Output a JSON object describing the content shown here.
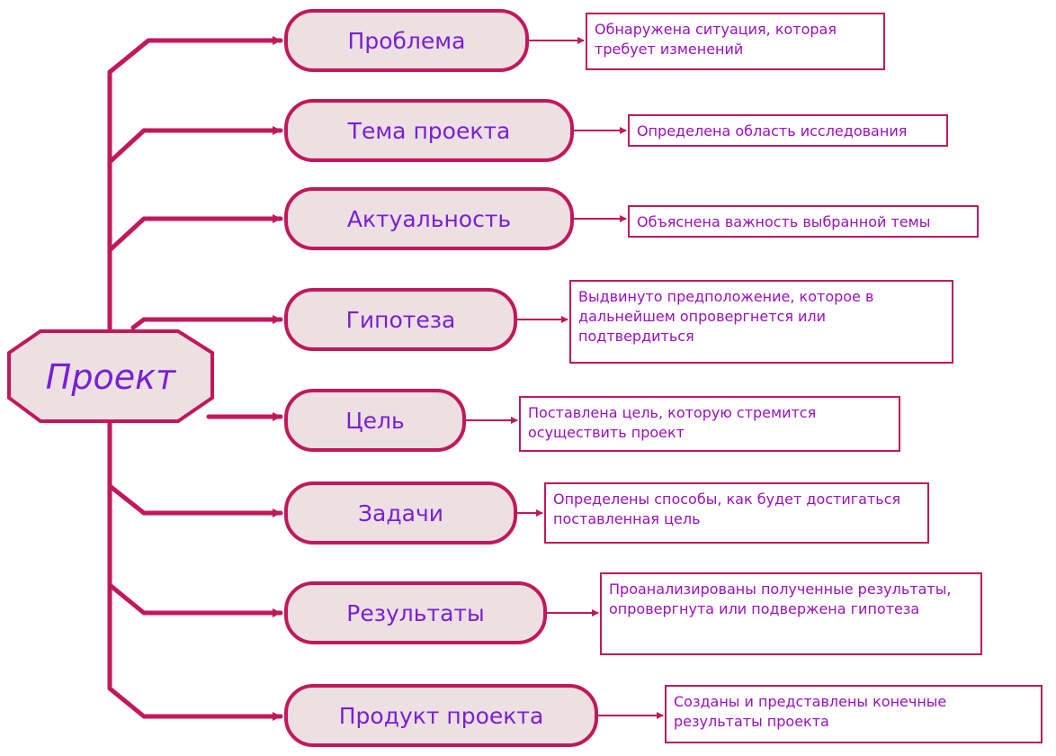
{
  "root": {
    "label": "Проект"
  },
  "colors": {
    "line": "#c2185b",
    "node_fill": "#ede0e3",
    "node_border": "#c2185b",
    "label_text": "#7a1fd6",
    "description_text": "#9c0fbf"
  },
  "stages": [
    {
      "label": "Проблема",
      "description": "Обнаружена ситуация, которая требует изменений"
    },
    {
      "label": "Тема проекта",
      "description": "Определена область исследования"
    },
    {
      "label": "Актуальность",
      "description": "Объяснена важность выбранной темы"
    },
    {
      "label": "Гипотеза",
      "description": "Выдвинуто предположение, которое в дальнейшем опровергнется или подтвердиться"
    },
    {
      "label": "Цель",
      "description": "Поставлена цель, которую стремится осуществить проект"
    },
    {
      "label": "Задачи",
      "description": "Определены способы, как будет достигаться поставленная цель"
    },
    {
      "label": "Результаты",
      "description": "Проанализированы полученные результаты, опровергнута или подвержена гипотеза"
    },
    {
      "label": "Продукт проекта",
      "description": "Созданы и представлены конечные результаты проекта"
    }
  ]
}
